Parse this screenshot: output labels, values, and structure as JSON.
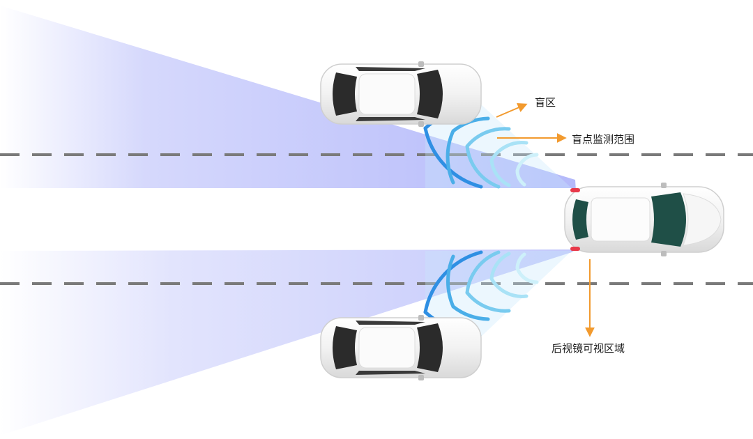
{
  "labels": {
    "blind_zone": "盲区",
    "blind_spot_range": "盲点监测范围",
    "mirror_view": "后视镜可视区域"
  },
  "colors": {
    "view_cone": "#b4b9fa",
    "radar_dark": "#2f8fe3",
    "radar_mid": "#6cc4ee",
    "radar_light": "#b8ecf7",
    "arrow": "#f29a2e",
    "lane_dash": "#7a7a7a",
    "car_body": "#f4f4f4",
    "car_glass": "#2b2b2b",
    "ego_glass": "#1f4f47",
    "tail_light": "#e8394a"
  },
  "icons": [
    "ego-car-icon",
    "neighbor-car-icon",
    "arrow-icon"
  ]
}
